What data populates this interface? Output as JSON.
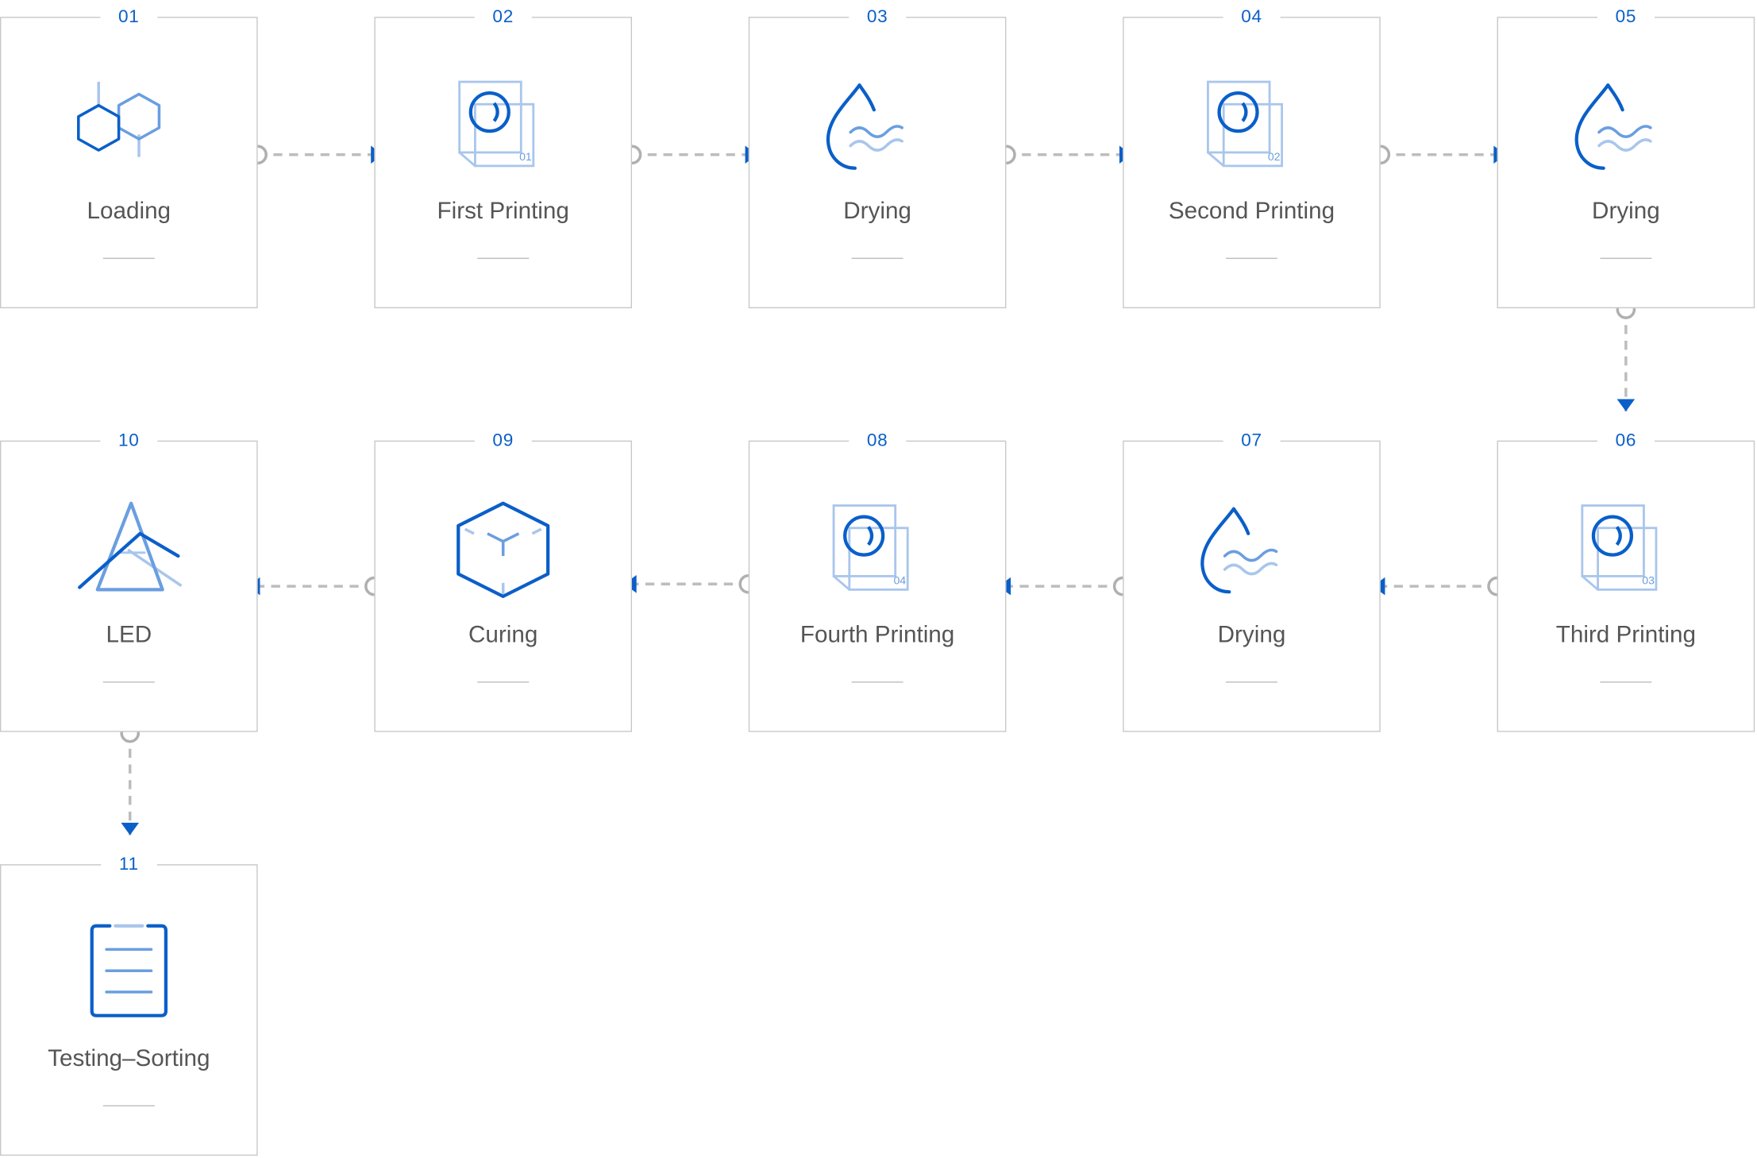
{
  "colors": {
    "primary": "#0a5fc9",
    "light": "#a9c6ec",
    "text": "#555555",
    "border": "#c8c8c8",
    "connector": "#bdbdbd"
  },
  "steps": [
    {
      "num": "01",
      "label": "Loading",
      "icon": "hexagon-molecule-icon"
    },
    {
      "num": "02",
      "label": "First Printing",
      "icon": "print-sheet-icon",
      "sheet": "01"
    },
    {
      "num": "03",
      "label": "Drying",
      "icon": "water-drop-icon"
    },
    {
      "num": "04",
      "label": "Second Printing",
      "icon": "print-sheet-icon",
      "sheet": "02"
    },
    {
      "num": "05",
      "label": "Drying",
      "icon": "water-drop-icon"
    },
    {
      "num": "06",
      "label": "Third Printing",
      "icon": "print-sheet-icon",
      "sheet": "03"
    },
    {
      "num": "07",
      "label": "Drying",
      "icon": "water-drop-icon"
    },
    {
      "num": "08",
      "label": "Fourth Printing",
      "icon": "print-sheet-icon",
      "sheet": "04"
    },
    {
      "num": "09",
      "label": "Curing",
      "icon": "cube-icon"
    },
    {
      "num": "10",
      "label": "LED",
      "icon": "prism-light-icon"
    },
    {
      "num": "11",
      "label": "Testing–Sorting",
      "icon": "clipboard-list-icon"
    }
  ]
}
